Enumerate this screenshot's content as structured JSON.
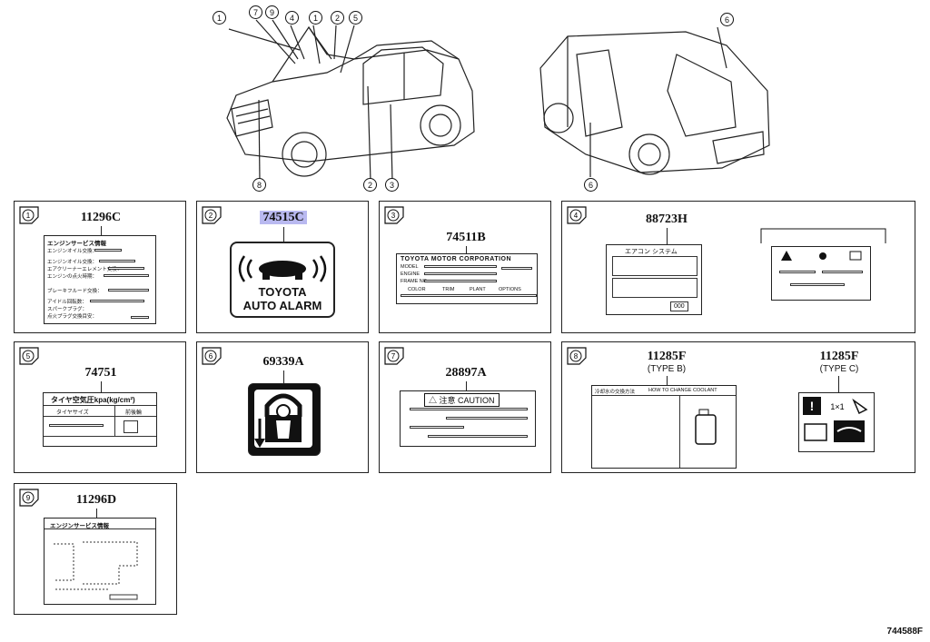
{
  "diagram_id": "744588F",
  "vehicle_callouts": {
    "front": [
      "1",
      "7",
      "9",
      "4",
      "1",
      "2",
      "5",
      "8",
      "2",
      "3"
    ],
    "rear": [
      "6",
      "6"
    ]
  },
  "panels": [
    {
      "no": "1",
      "part": "11296C",
      "text": [
        "エンジンサービス情報",
        "エンジンオイル交換：",
        "エンジンオイル交換：",
        "エアクリーナーエレメント交換：",
        "エンジンの点火時期：",
        "ブレーキフルード交換：",
        "アイドル回転数：",
        "スパークプラグ：",
        "点火プラグ交換目安："
      ]
    },
    {
      "no": "2",
      "part": "74515C",
      "line1": "TOYOTA",
      "line2": "AUTO ALARM"
    },
    {
      "no": "3",
      "part": "74511B",
      "header": "TOYOTA MOTOR CORPORATION",
      "fields": [
        "MODEL",
        "ENGINE",
        "FRAME NO.",
        "COLOR",
        "TRIM",
        "PLANT",
        "OPTIONS"
      ]
    },
    {
      "no": "4",
      "part": "88723H",
      "title": "エアコン システム",
      "code": "000"
    },
    {
      "no": "5",
      "part": "74751",
      "title": "タイヤ空気圧kpa(kg/cm²)",
      "col1": "タイヤサイズ",
      "col2": "前後輪"
    },
    {
      "no": "6",
      "part": "69339A"
    },
    {
      "no": "7",
      "part": "28897A",
      "title": "注意 CAUTION"
    },
    {
      "no": "8",
      "part_b": "11285F",
      "type_b": "(TYPE B)",
      "part_c": "11285F",
      "type_c": "(TYPE C)",
      "header_left": "冷却水の交換方法",
      "header_right": "HOW TO CHANGE COOLANT",
      "ratio": "1×1"
    },
    {
      "no": "9",
      "part": "11296D",
      "title": "エンジンサービス情報"
    }
  ],
  "colors": {
    "highlight": "#b9b9f0",
    "line": "#222222"
  }
}
